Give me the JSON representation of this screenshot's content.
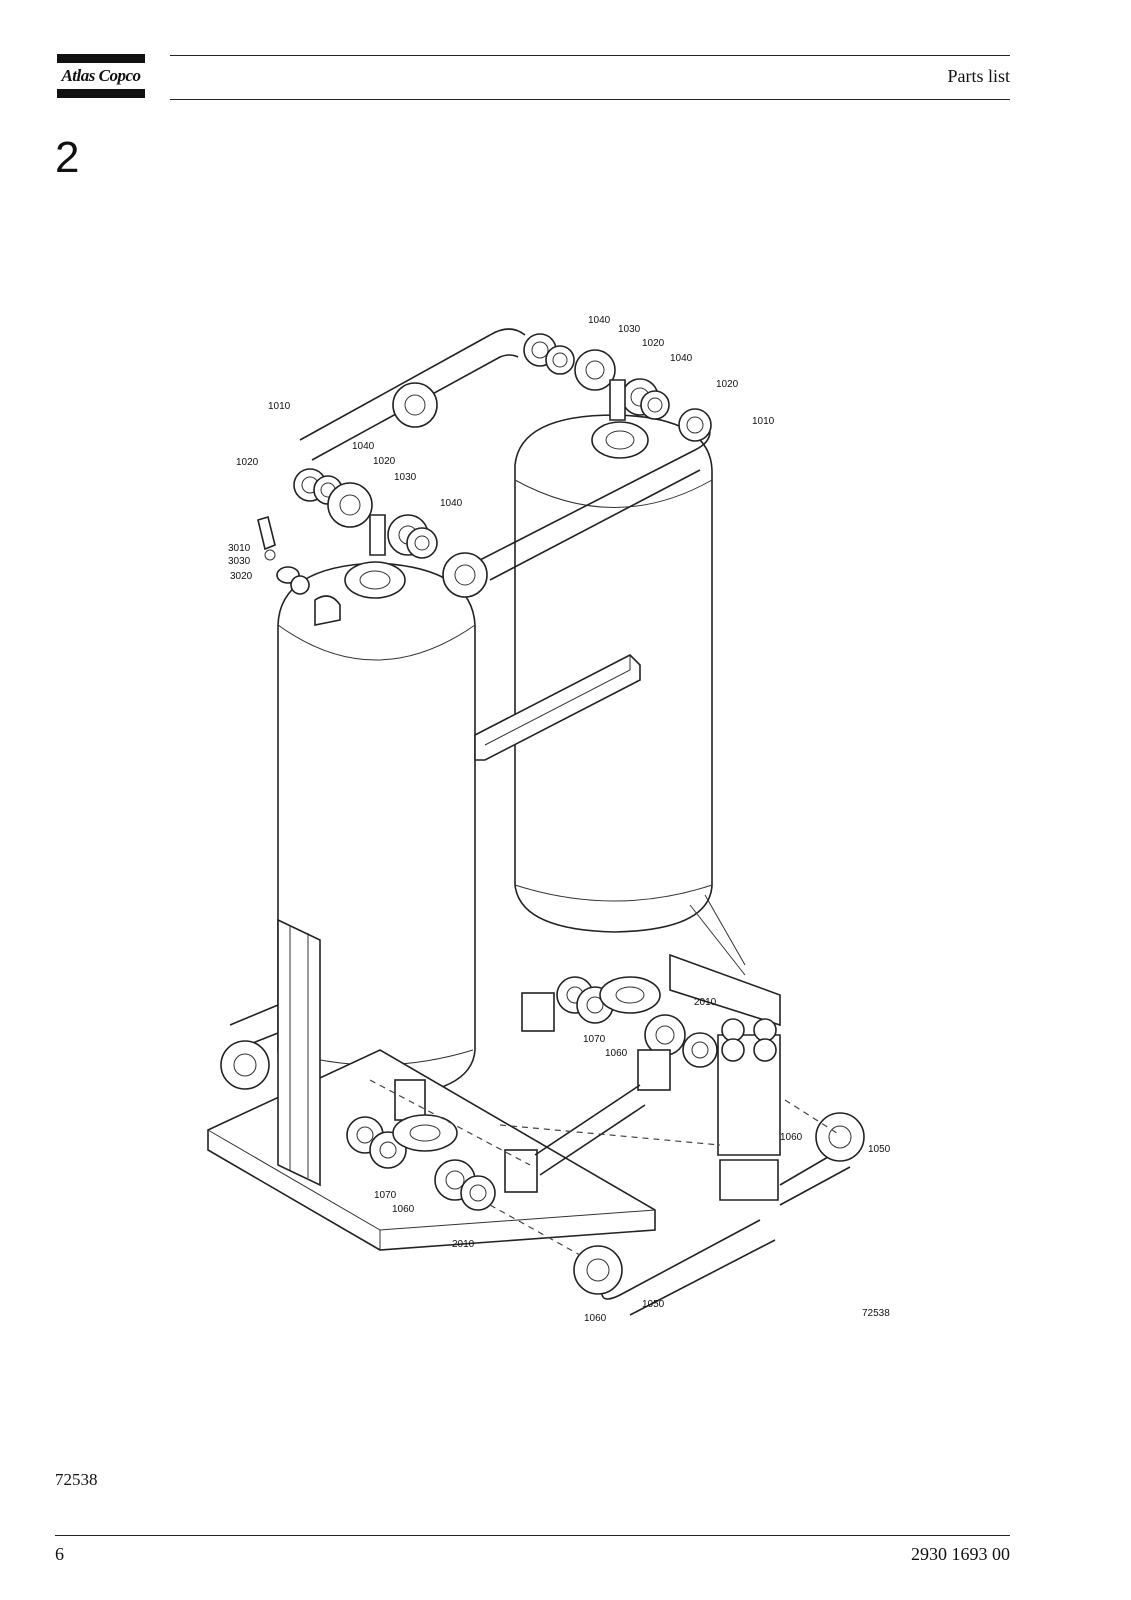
{
  "header": {
    "brand": "Atlas Copco",
    "title": "Parts list"
  },
  "chapter": "2",
  "figure": {
    "drawing_number": "72538",
    "callouts": [
      "1040",
      "1030",
      "1020",
      "1040",
      "1020",
      "1010",
      "1010",
      "1020",
      "1040",
      "1020",
      "1030",
      "1040",
      "3010",
      "3030",
      "3020",
      "2010",
      "1070",
      "1060",
      "1060",
      "1050",
      "1070",
      "1060",
      "2010",
      "1050",
      "1060",
      "72538"
    ]
  },
  "figure_ref": "72538",
  "footer": {
    "page": "6",
    "doc_number": "2930 1693 00"
  }
}
